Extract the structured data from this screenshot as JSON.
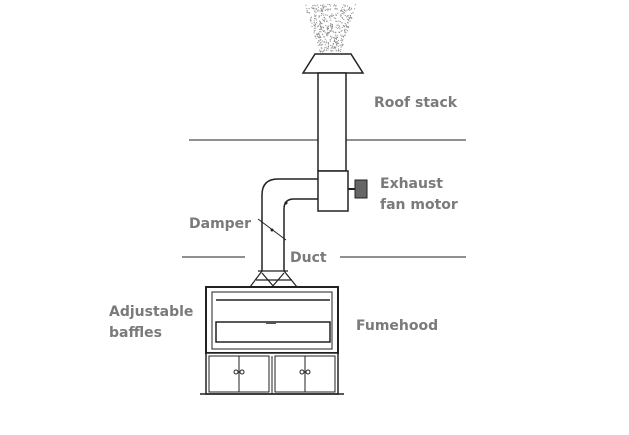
{
  "labels": {
    "roof_stack": "Roof stack",
    "exhaust_fan_motor_line1": "Exhaust",
    "exhaust_fan_motor_line2": "fan motor",
    "damper": "Damper",
    "duct": "Duct",
    "adjustable_baffles_line1": "Adjustable",
    "adjustable_baffles_line2": "baffles",
    "fumehood": "Fumehood"
  },
  "colors": {
    "label_text": "#7a7a7a",
    "line": "#222222",
    "motor": "#666666",
    "smoke": "#888888"
  }
}
